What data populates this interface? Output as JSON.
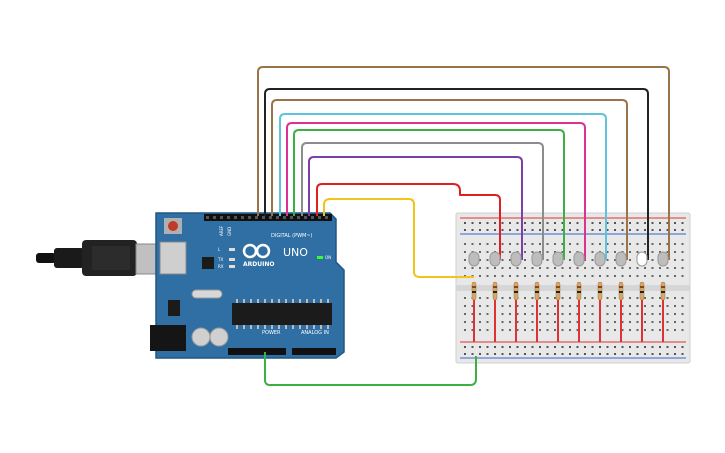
{
  "arduino": {
    "logo_text": "ARDUINO",
    "model": "UNO",
    "digital_label": "DIGITAL (PWM~)",
    "power_label": "POWER",
    "analog_label": "ANALOG IN",
    "on_label": "ON",
    "aref_label": "AREF",
    "gnd_label": "GND",
    "tx_label": "TX",
    "rx_label": "RX",
    "l_label": "L"
  },
  "colors": {
    "board": "#2f6fa3",
    "board_edge": "#215781",
    "breadboard": "#e8e8e8",
    "resistor": "#d6a86a",
    "led_off": "#bdbdbd",
    "led_on": "#ffffff",
    "rail_red": "#d33",
    "rail_blue": "#36c"
  },
  "wires": [
    {
      "color": "#9a7448"
    },
    {
      "color": "#222222"
    },
    {
      "color": "#9a7448"
    },
    {
      "color": "#5ec3dc"
    },
    {
      "color": "#d9348f"
    },
    {
      "color": "#3cb043"
    },
    {
      "color": "#8c8c8c"
    },
    {
      "color": "#7d3fa5"
    },
    {
      "color": "#e02020"
    },
    {
      "color": "#f0c419"
    }
  ],
  "gnd_wire": {
    "color": "#3cb043"
  },
  "leds": [
    {
      "state": "off"
    },
    {
      "state": "off"
    },
    {
      "state": "off"
    },
    {
      "state": "off"
    },
    {
      "state": "off"
    },
    {
      "state": "off"
    },
    {
      "state": "off"
    },
    {
      "state": "off"
    },
    {
      "state": "on"
    },
    {
      "state": "off"
    }
  ]
}
